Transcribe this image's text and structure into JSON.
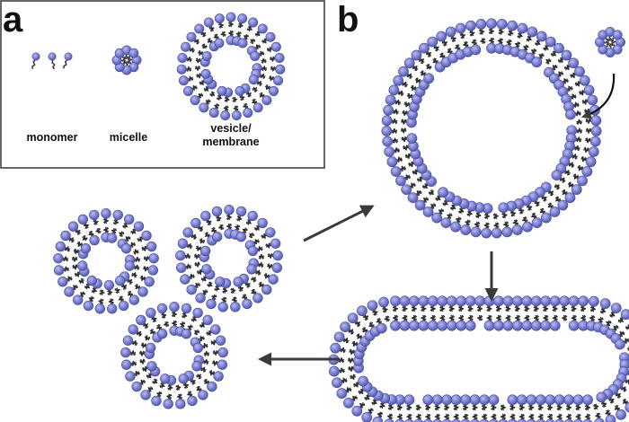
{
  "panels": {
    "a": "a",
    "b": "b"
  },
  "labels": {
    "monomer": "monomer",
    "micelle": "micelle",
    "vesicle_line1": "vesicle/",
    "vesicle_line2": "membrane"
  },
  "colors": {
    "head_fill": "#7a7ed0",
    "head_stroke": "#4a4e9e",
    "tail": "#2e2e2e",
    "arrow": "#3a3a3a",
    "box_border": "#333333"
  }
}
